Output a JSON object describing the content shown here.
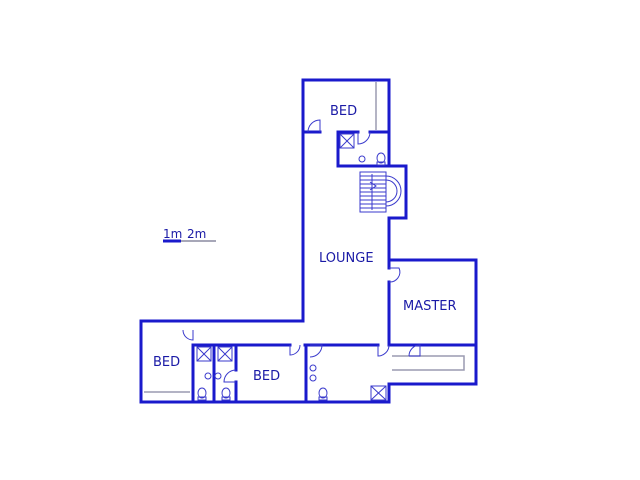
{
  "rooms": {
    "bed_top": "BED",
    "lounge": "LOUNGE",
    "master": "MASTER",
    "bed_left": "BED",
    "bed_mid": "BED"
  },
  "scale": {
    "one": "1m",
    "two": "2m"
  },
  "colors": {
    "wall": "#1a1acc",
    "text": "#1a1aa6"
  },
  "icons": [
    "door-swing-icon",
    "shower-icon",
    "toilet-icon",
    "basin-icon",
    "staircase-icon"
  ]
}
